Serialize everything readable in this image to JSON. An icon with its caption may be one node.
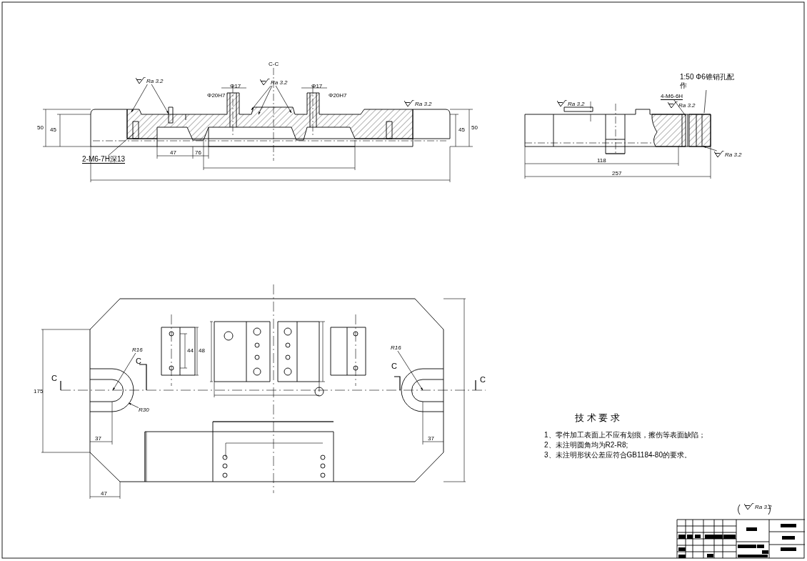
{
  "diagram": {
    "nodes": [
      {
        "text": [
          "Ra 3.2"
        ]
      },
      {
        "text": [
          "Ra 3.2"
        ]
      },
      {
        "text": [
          "2-M6-7H深13"
        ]
      },
      {
        "text": [
          "4-M6-6H"
        ]
      },
      {
        "text": [
          "1:50 Φ6锥销孔配作"
        ]
      },
      {
        "text": [
          "Ra 3.2"
        ]
      },
      {
        "text": [
          "R16"
        ]
      },
      {
        "text": [
          "R30"
        ]
      },
      {
        "text": [
          "R16"
        ]
      }
    ],
    "edges": [
      {
        "from": 0,
        "to": null,
        "arrow": "to"
      },
      {
        "from": 0,
        "to": null,
        "arrow": "to"
      },
      {
        "from": 1,
        "to": null,
        "arrow": "to"
      },
      {
        "from": 1,
        "to": null,
        "arrow": "to"
      },
      {
        "from": 1,
        "to": null,
        "arrow": "to"
      },
      {
        "from": 2,
        "to": null,
        "arrow": "none"
      },
      {
        "from": 3,
        "to": null,
        "arrow": "none"
      },
      {
        "from": 4,
        "to": null,
        "arrow": "none"
      },
      {
        "from": 5,
        "to": null,
        "arrow": "to"
      },
      {
        "from": 6,
        "to": null,
        "arrow": "to"
      },
      {
        "from": 7,
        "to": null,
        "arrow": "to"
      },
      {
        "from": 8,
        "to": null,
        "arrow": "to"
      }
    ],
    "labels": [
      "C-C",
      "Φ17",
      "Φ20H7",
      "Φ17",
      "Φ20H7",
      "Ra 3.2",
      "50",
      "45",
      "45",
      "50",
      "47",
      "76",
      "Ra 3.2",
      "Ra 3.2",
      "118",
      "257",
      "C",
      "C",
      "C",
      "C",
      "175",
      "44",
      "48",
      "37",
      "47",
      "37",
      "技 术 要 求",
      "1、零件加工表面上不应有划痕，擦伤等表面缺陷；",
      "2、未注明圆角均为R2-R8;",
      "3、未注明形状公差应符合GB1184-80的要求。",
      "Ra 3.2"
    ]
  }
}
